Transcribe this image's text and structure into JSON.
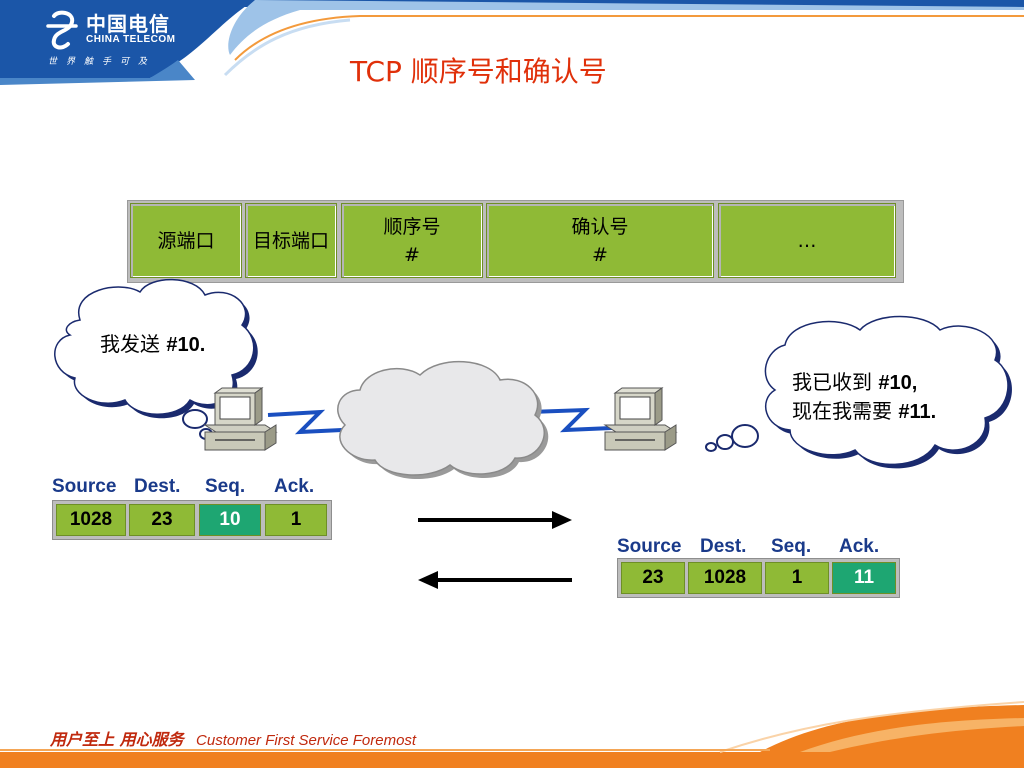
{
  "brand": {
    "name_cn": "中国电信",
    "name_en": "CHINA TELECOM",
    "tagline": "世界触手可及"
  },
  "title": "TCP 顺序号和确认号",
  "tcp_header": {
    "fields": [
      "源端口",
      "目标端口",
      "顺序号\n#",
      "确认号\n#",
      "…"
    ]
  },
  "left_bubble": {
    "text_cn": "我发送",
    "text_num": "#10."
  },
  "right_bubble": {
    "line1_cn": "我已收到",
    "line1_num": "#10,",
    "line2_cn": "现在我需要",
    "line2_num": "#11."
  },
  "segment_sent": {
    "labels": [
      "Source",
      "Dest.",
      "Seq.",
      "Ack."
    ],
    "values": [
      "1028",
      "23",
      "10",
      "1"
    ],
    "highlight_index": 2
  },
  "segment_reply": {
    "labels": [
      "Source",
      "Dest.",
      "Seq.",
      "Ack."
    ],
    "values": [
      "23",
      "1028",
      "1",
      "11"
    ],
    "highlight_index": 3
  },
  "footer": {
    "slogan_cn": "用户至上  用心服务",
    "slogan_en": "Customer First Service Foremost"
  },
  "colors": {
    "brand_blue": "#1b56a8",
    "title_red": "#e0300a",
    "field_green": "#8fba36",
    "highlight_teal": "#1ea672",
    "label_blue": "#1a3a8a",
    "footer_orange": "#f08020"
  },
  "icons": [
    "china-telecom-logo-icon",
    "computer-icon",
    "network-cloud-icon",
    "thought-bubble-icon",
    "arrow-right-icon",
    "arrow-left-icon"
  ]
}
